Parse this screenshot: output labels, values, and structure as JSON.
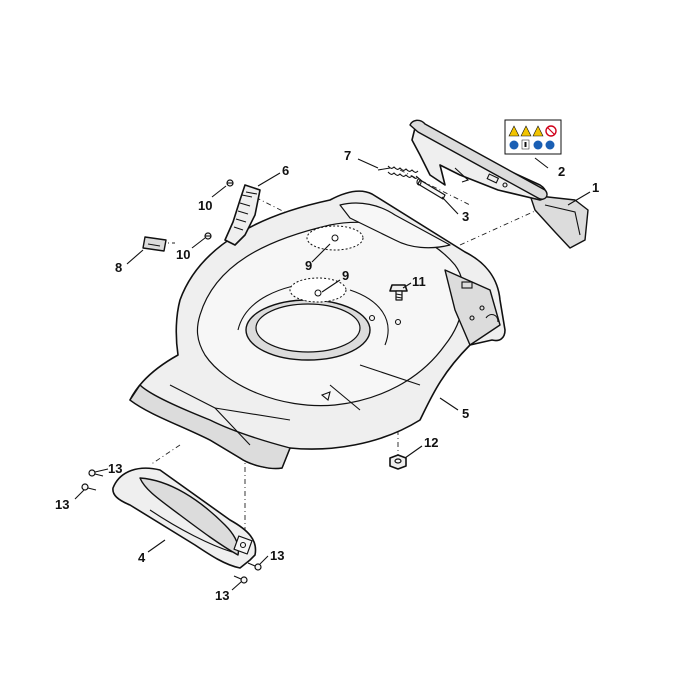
{
  "callouts": [
    {
      "id": "1",
      "label": "1"
    },
    {
      "id": "2",
      "label": "2"
    },
    {
      "id": "3",
      "label": "3"
    },
    {
      "id": "4",
      "label": "4"
    },
    {
      "id": "5",
      "label": "5"
    },
    {
      "id": "6",
      "label": "6"
    },
    {
      "id": "7",
      "label": "7"
    },
    {
      "id": "8",
      "label": "8"
    },
    {
      "id": "9a",
      "label": "9"
    },
    {
      "id": "9b",
      "label": "9"
    },
    {
      "id": "10a",
      "label": "10"
    },
    {
      "id": "10b",
      "label": "10"
    },
    {
      "id": "11",
      "label": "11"
    },
    {
      "id": "12",
      "label": "12"
    },
    {
      "id": "13a",
      "label": "13"
    },
    {
      "id": "13b",
      "label": "13"
    },
    {
      "id": "13c",
      "label": "13"
    },
    {
      "id": "13d",
      "label": "13"
    }
  ],
  "warning_label": {
    "icons": [
      "warning-triangle-icon",
      "warning-triangle-icon",
      "warning-triangle-icon",
      "prohibition-icon",
      "read-manual-icon",
      "person-icon",
      "hand-icon",
      "ear-protection-icon"
    ],
    "colors": {
      "warning": "#f2c400",
      "mandatory": "#1a5fb4",
      "prohibited": "#d0021b"
    }
  },
  "colors": {
    "line": "#111111",
    "part_fill": "#efefef",
    "background": "#ffffff"
  }
}
